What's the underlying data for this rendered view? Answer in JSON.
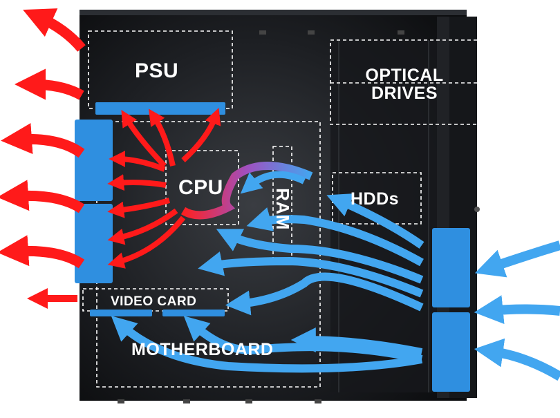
{
  "diagram": {
    "labels": {
      "psu": "PSU",
      "optical_line1": "OPTICAL",
      "optical_line2": "DRIVES",
      "cpu": "CPU",
      "ram": "RAM",
      "hdds": "HDDs",
      "video_card": "VIDEO CARD",
      "motherboard": "MOTHERBOARD"
    },
    "colors": {
      "case_body": "#1a1c1f",
      "case_edge": "#3a3d42",
      "fan": "#2f8fe0",
      "hot_airflow": "#ff1a1a",
      "cool_airflow": "#42a6f0",
      "outline": "#ffffff"
    },
    "icons": {
      "fan": "rect-fan",
      "airflow": "curved-arrow"
    }
  }
}
